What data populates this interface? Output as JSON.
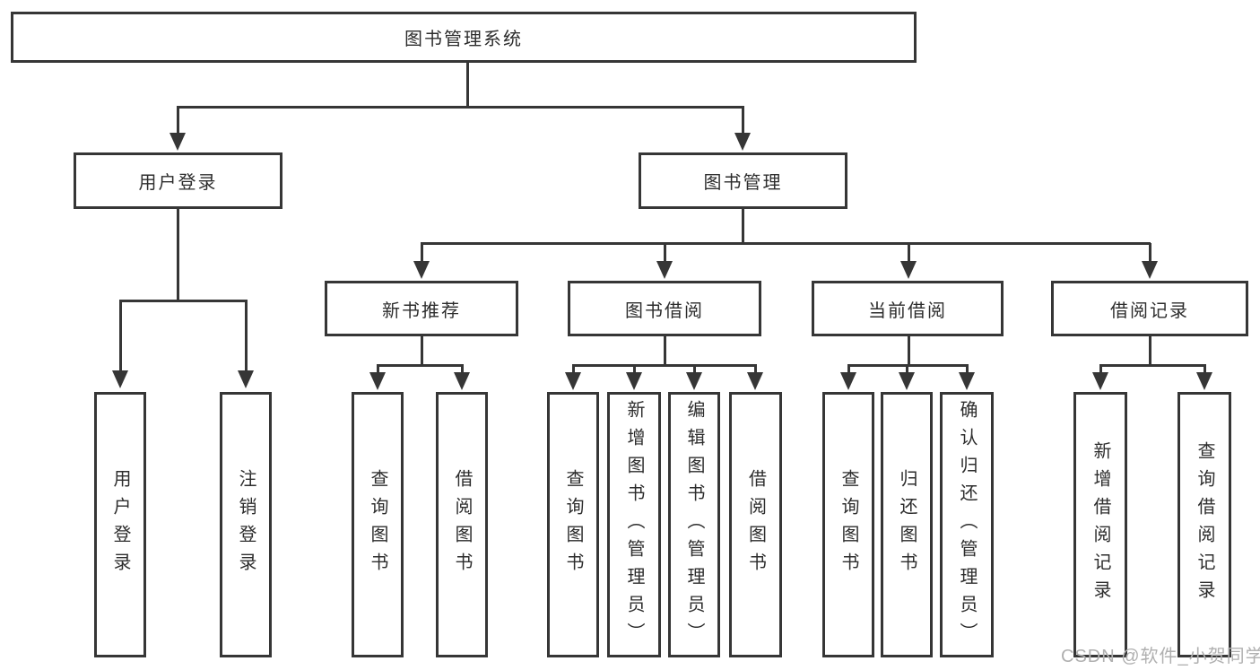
{
  "diagram": {
    "type": "hierarchy-tree",
    "root": {
      "label": "图书管理系统"
    },
    "branches": [
      {
        "label": "用户登录",
        "children": [
          {
            "label": "用户登录"
          },
          {
            "label": "注销登录"
          }
        ]
      },
      {
        "label": "图书管理",
        "children": [
          {
            "label": "新书推荐",
            "children": [
              {
                "label": "查询图书"
              },
              {
                "label": "借阅图书"
              }
            ]
          },
          {
            "label": "图书借阅",
            "children": [
              {
                "label": "查询图书"
              },
              {
                "label": "新增图书（管理员）"
              },
              {
                "label": "编辑图书（管理员）"
              },
              {
                "label": "借阅图书"
              }
            ]
          },
          {
            "label": "当前借阅",
            "children": [
              {
                "label": "查询图书"
              },
              {
                "label": "归还图书"
              },
              {
                "label": "确认归还（管理员）"
              }
            ]
          },
          {
            "label": "借阅记录",
            "children": [
              {
                "label": "新增借阅记录"
              },
              {
                "label": "查询借阅记录"
              }
            ]
          }
        ]
      }
    ]
  },
  "watermark": {
    "text": "CSDN @软件_小贺同学"
  },
  "colors": {
    "background": "#ffffff",
    "line": "#363636",
    "box_border": "#363636",
    "box_fill": "#ffffff",
    "text": "#2d2d2d",
    "watermark": "#b0b0b0"
  }
}
